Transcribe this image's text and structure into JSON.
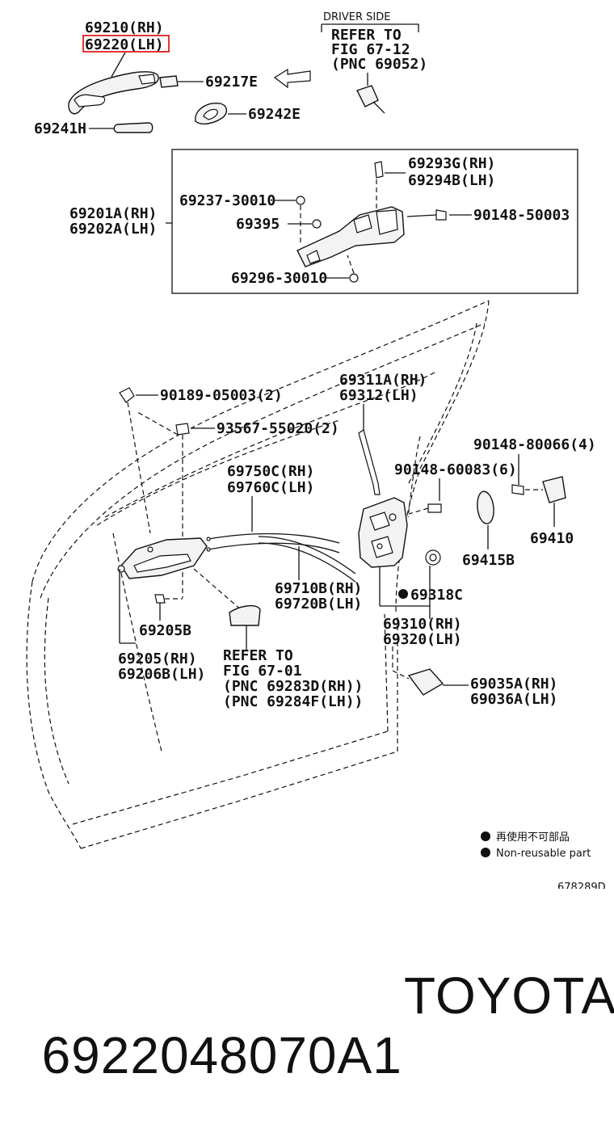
{
  "labels": {
    "p69210": "69210(RH)",
    "p69220": "69220(LH)",
    "p69217e": "69217E",
    "p69242e": "69242E",
    "p69241h": "69241H",
    "driver_side": "DRIVER SIDE",
    "refer1_l1": "REFER TO",
    "refer1_l2": "FIG 67-12",
    "refer1_l3": "(PNC 69052)",
    "p69293g": "69293G(RH)",
    "p69294b": "69294B(LH)",
    "p69237": "69237-30010",
    "p69201a": "69201A(RH)",
    "p69202a": "69202A(LH)",
    "p69395": "69395",
    "p90148_50003": "90148-50003",
    "p69296": "69296-30010",
    "p90189": "90189-05003(2)",
    "p93567": "93567-55020(2)",
    "p69311a": "69311A(RH)",
    "p69312": "69312(LH)",
    "p90148_80066": "90148-80066(4)",
    "p69750c": "69750C(RH)",
    "p69760c": "69760C(LH)",
    "p90148_60083": "90148-60083(6)",
    "p69410": "69410",
    "p69415b": "69415B",
    "p69710b": "69710B(RH)",
    "p69720b": "69720B(LH)",
    "p69318c": "69318C",
    "p69205b": "69205B",
    "p69310": "69310(RH)",
    "p69320": "69320(LH)",
    "p69205": "69205(RH)",
    "p69206b": "69206B(LH)",
    "refer2_l1": "REFER TO",
    "refer2_l2": "FIG 67-01",
    "refer2_l3": "(PNC 69283D(RH))",
    "refer2_l4": "(PNC 69284F(LH))",
    "p69035a": "69035A(RH)",
    "p69036a": "69036A(LH)",
    "legend_cn": "再使用不可部品",
    "legend_en": "Non-reusable part",
    "diagram_code": "678289D"
  },
  "highlight_color": "#e0201c",
  "footer": {
    "part_number": "6922048070A1",
    "brand": "TOYOTA"
  }
}
